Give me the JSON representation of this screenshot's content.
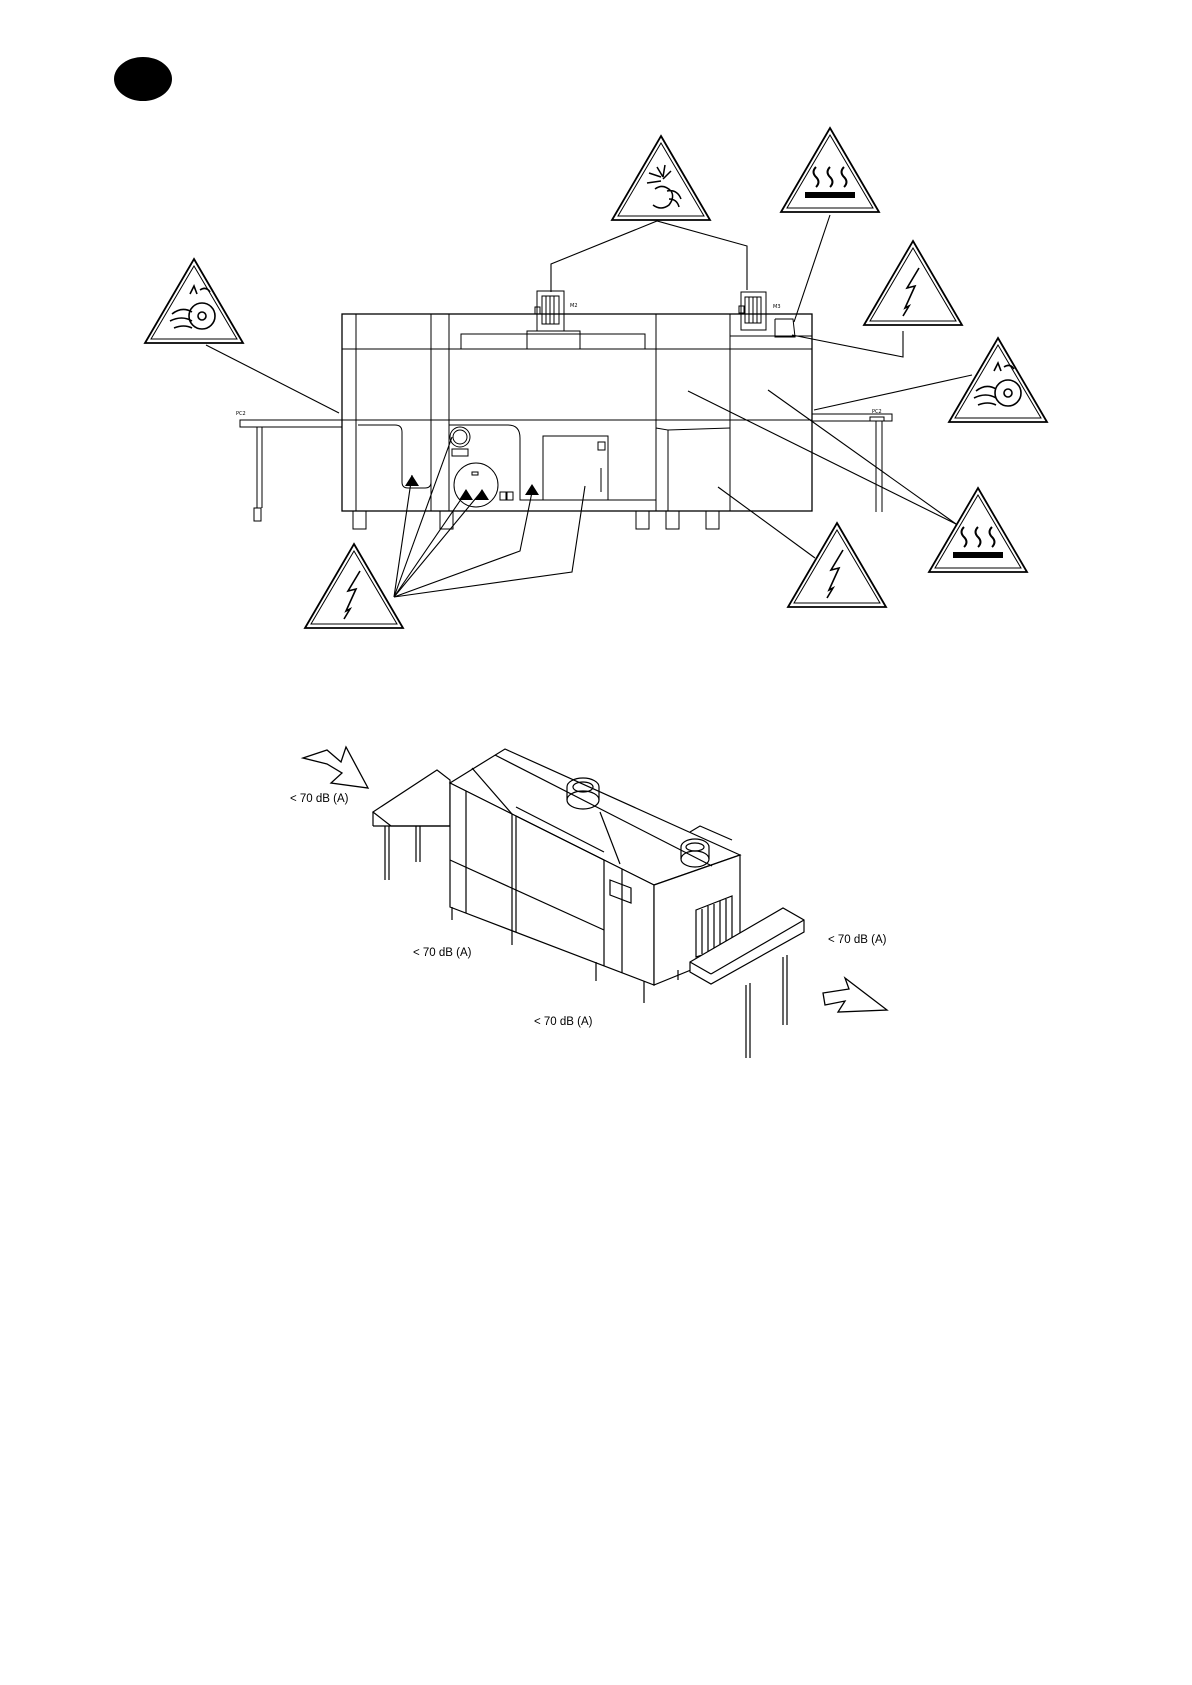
{
  "diagram": {
    "front_view": {
      "motor_labels": [
        "M2",
        "M3"
      ],
      "table_labels": [
        "PC2",
        "PC2"
      ],
      "hazard_signs": [
        {
          "id": "entanglement-left",
          "icon": "rotating-roller-hand-icon"
        },
        {
          "id": "cutting-hand",
          "icon": "hand-cut-icon"
        },
        {
          "id": "hot-surface-top",
          "icon": "hot-surface-icon"
        },
        {
          "id": "electric-top-right",
          "icon": "lightning-bolt-icon"
        },
        {
          "id": "entanglement-right",
          "icon": "rotating-roller-hand-icon"
        },
        {
          "id": "hot-surface-bottom",
          "icon": "hot-surface-icon"
        },
        {
          "id": "electric-bottom-right",
          "icon": "lightning-bolt-icon"
        },
        {
          "id": "electric-bottom-left",
          "icon": "lightning-bolt-icon"
        }
      ]
    },
    "noise_view": {
      "noise_labels": [
        "< 70 dB (A)",
        "< 70 dB (A)",
        "< 70 dB (A)",
        "< 70 dB (A)"
      ]
    }
  }
}
